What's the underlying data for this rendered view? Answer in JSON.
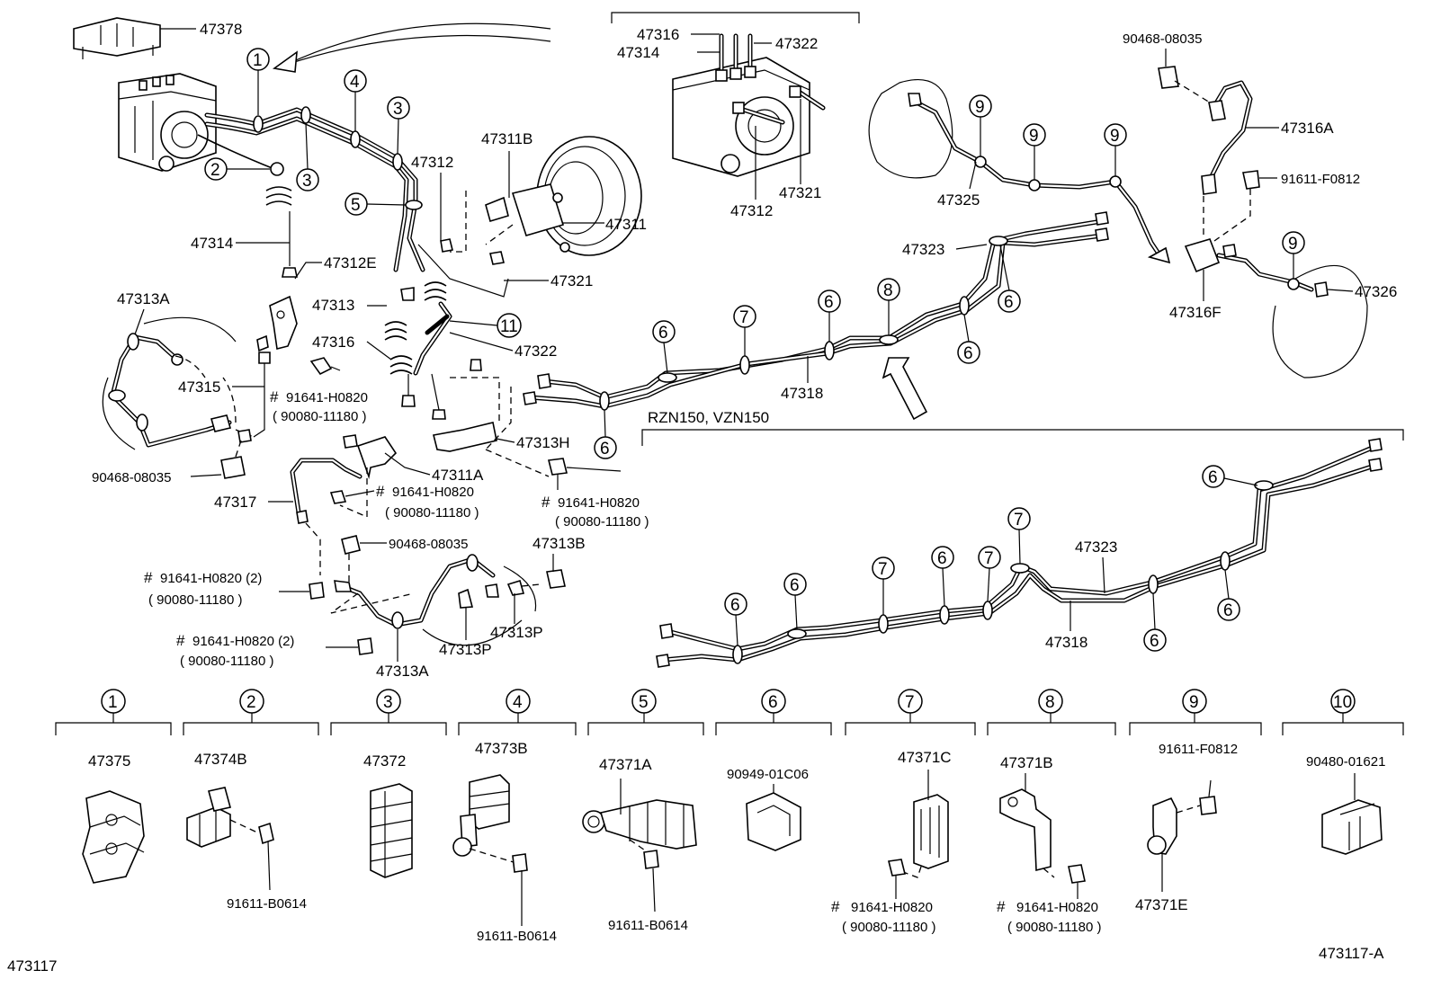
{
  "diagram": {
    "figure_id_left": "473117",
    "figure_id_right": "473117-A",
    "variant_label": "RZN150, VZN150",
    "hash_mark": "#",
    "part_labels": {
      "p47378": "47378",
      "p47316_top": "47316",
      "p47314_top": "47314",
      "p47322_top": "47322",
      "p47312_top": "47312",
      "p47321_top": "47321",
      "p47311B": "47311B",
      "p47312": "47312",
      "p47311": "47311",
      "p47321": "47321",
      "p47314": "47314",
      "p47312E": "47312E",
      "p47313A_top": "47313A",
      "p47313": "47313",
      "p47316": "47316",
      "p47322": "47322",
      "p47315": "47315",
      "p91641_a": "91641-H0820",
      "p90080_a": "( 90080-11180 )",
      "p90468_a": "90468-08035",
      "p47311A": "47311A",
      "p47313H": "47313H",
      "p91641_b": "91641-H0820",
      "p90080_b": "( 90080-11180 )",
      "p91641_c": "91641-H0820",
      "p90080_c": "( 90080-11180 )",
      "p47317": "47317",
      "p90468_b": "90468-08035",
      "p47313B": "47313B",
      "p91641_d": "91641-H0820 (2)",
      "p90080_d": "( 90080-11180 )",
      "p91641_e": "91641-H0820 (2)",
      "p90080_e": "( 90080-11180 )",
      "p47313P_a": "47313P",
      "p47313P_b": "47313P",
      "p47313A_bot": "47313A",
      "p47318_top": "47318",
      "p47323_top": "47323",
      "p47325": "47325",
      "p90468_c": "90468-08035",
      "p47316A": "47316A",
      "p91611_F": "91611-F0812",
      "p47326": "47326",
      "p47316F": "47316F",
      "p47323_bot": "47323",
      "p47318_bot": "47318"
    },
    "legend": [
      {
        "num": "1",
        "part": "47375",
        "sub": []
      },
      {
        "num": "2",
        "part": "47374B",
        "sub": [
          "91611-B0614"
        ]
      },
      {
        "num": "3",
        "part": "47372",
        "sub": []
      },
      {
        "num": "4",
        "part": "47373B",
        "sub": [
          "91611-B0614"
        ]
      },
      {
        "num": "5",
        "part": "47371A",
        "sub": [
          "91611-B0614"
        ]
      },
      {
        "num": "6",
        "part": "90949-01C06",
        "sub": []
      },
      {
        "num": "7",
        "part": "47371C",
        "sub": [
          "91641-H0820",
          "( 90080-11180 )"
        ]
      },
      {
        "num": "8",
        "part": "47371B",
        "sub": [
          "91641-H0820",
          "( 90080-11180 )"
        ]
      },
      {
        "num": "9",
        "part": "91611-F0812",
        "sub": [
          "47371E"
        ]
      },
      {
        "num": "10",
        "part": "90480-01621",
        "sub": []
      }
    ]
  }
}
